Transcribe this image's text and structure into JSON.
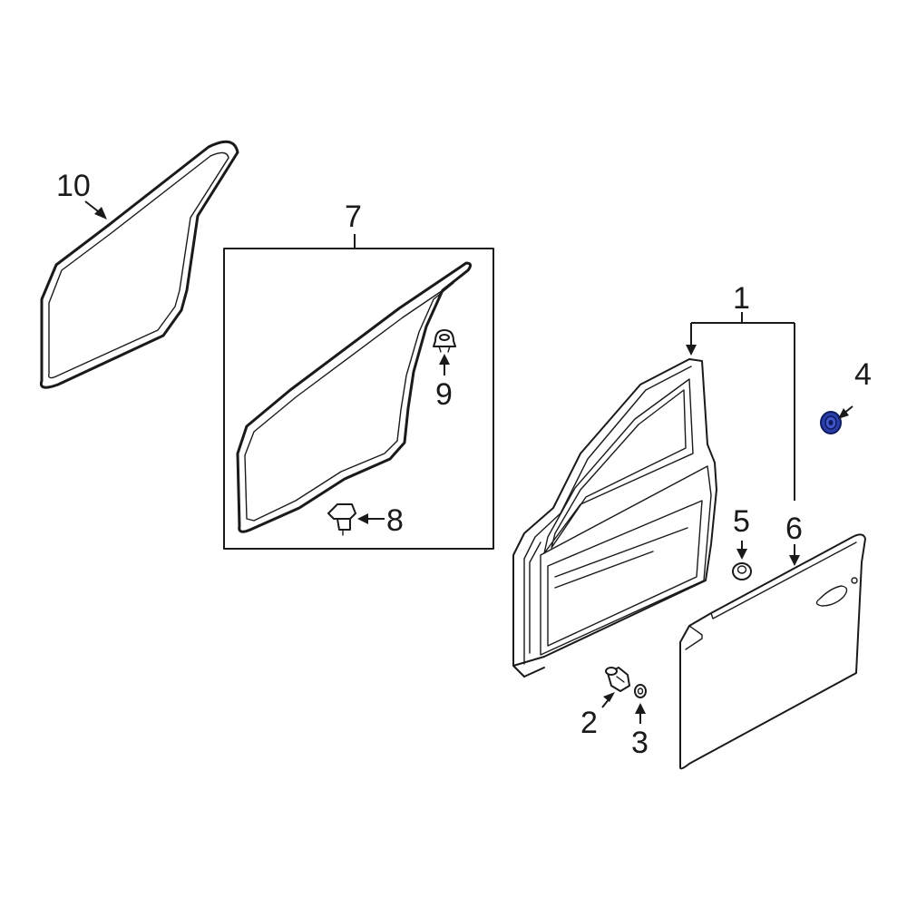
{
  "callouts": {
    "c1": "1",
    "c2": "2",
    "c3": "3",
    "c4": "4",
    "c5": "5",
    "c6": "6",
    "c7": "7",
    "c8": "8",
    "c9": "9",
    "c10": "10"
  },
  "colors": {
    "line": "#1a1a1a",
    "highlight_fill": "#2a3da8",
    "highlight_stroke": "#0d1a5e"
  },
  "highlighted_part": "4"
}
